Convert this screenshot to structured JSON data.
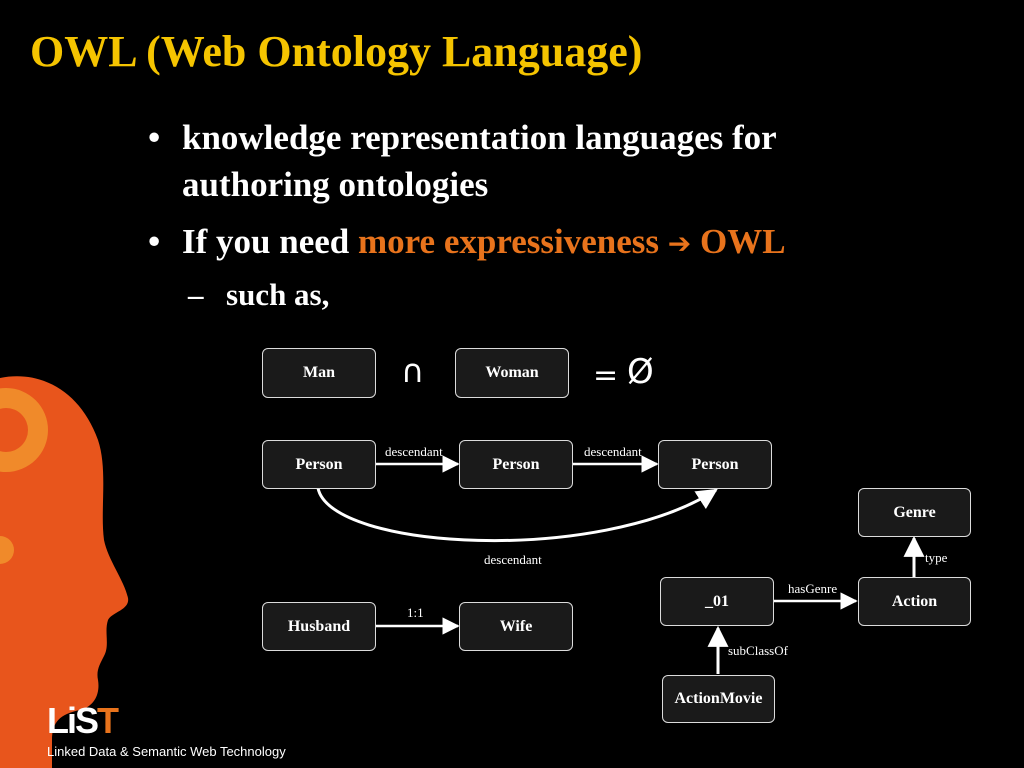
{
  "slide": {
    "title": "OWL (Web Ontology Language)",
    "bullets": [
      {
        "marker": "•",
        "lines": [
          "knowledge representation languages for",
          "authoring ontologies"
        ]
      },
      {
        "marker": "•",
        "prefix": "If you need ",
        "highlight": "more expressiveness",
        "arrow": "➔",
        "suffix": " OWL"
      },
      {
        "marker": "–",
        "text": "such as,"
      }
    ]
  },
  "diagram": {
    "disjoint": {
      "left": "Man",
      "operator": "∩",
      "right": "Woman",
      "equals": "=",
      "empty": "Ø"
    },
    "transitive": {
      "nodes": [
        "Person",
        "Person",
        "Person"
      ],
      "edge1": "descendant",
      "edge2": "descendant",
      "edge_curve": "descendant"
    },
    "functional": {
      "from": "Husband",
      "to": "Wife",
      "edge": "1:1"
    },
    "restriction": {
      "instance": "_01",
      "action": "Action",
      "genre": "Genre",
      "action_movie": "ActionMovie",
      "edge_has_genre": "hasGenre",
      "edge_type": "type",
      "edge_subclass": "subClassOf"
    }
  },
  "footer": {
    "logo_main": "LiS",
    "logo_accent": "T",
    "text": "Linked Data & Semantic Web Technology"
  },
  "colors": {
    "title": "#f5c400",
    "highlight": "#e8731c",
    "head": "#e8551c"
  }
}
